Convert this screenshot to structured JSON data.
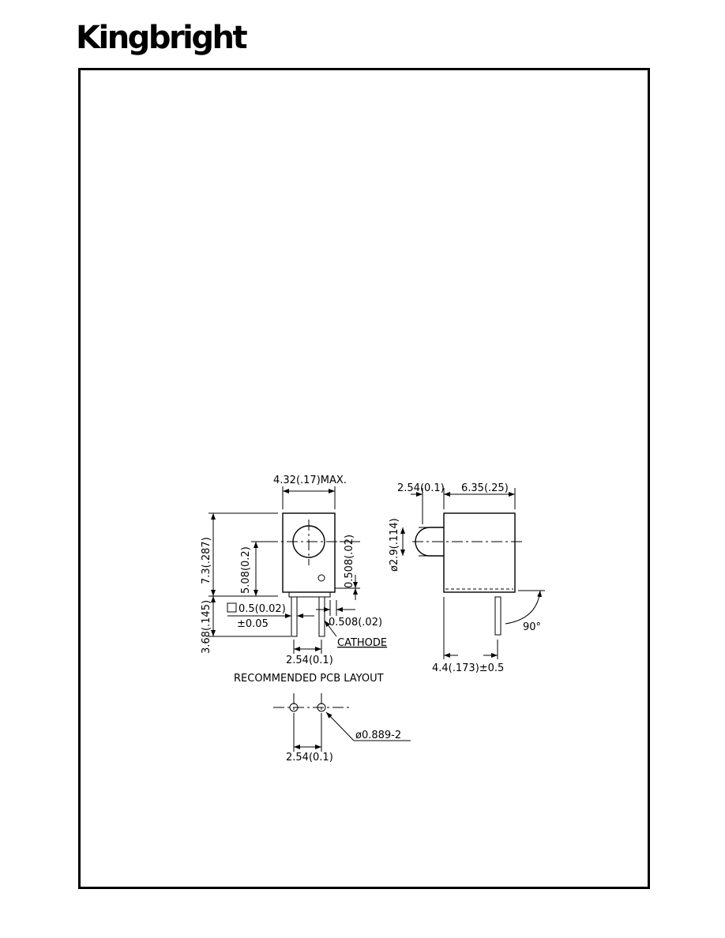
{
  "brand": {
    "logo_text": "Kingbright"
  },
  "drawing": {
    "front_view": {
      "width_dim": "4.32(.17)MAX.",
      "height_dim": "7.3(.287)",
      "center_dim": "5.08(0.2)",
      "offset_dim_vertical": "0.508(.02)",
      "offset_dim_horizontal": "0.508(.02)",
      "lead_length_dim": "3.68(.145)",
      "lead_square_dim": "0.5(0.02)",
      "lead_tolerance": "±0.05",
      "pitch_dim": "2.54(0.1)",
      "cathode_label": "CATHODE"
    },
    "side_view": {
      "lens_protrusion_dim": "2.54(0.1)",
      "body_depth_dim": "6.35(.25)",
      "lens_diameter_dim": "ø2.9(.114)",
      "bend_angle": "90°",
      "lead_offset_dim": "4.4(.173)±0.5"
    },
    "pcb_layout": {
      "title": "RECOMMENDED  PCB  LAYOUT",
      "hole_dim": "ø0.889-2",
      "pitch_dim": "2.54(0.1)"
    }
  }
}
